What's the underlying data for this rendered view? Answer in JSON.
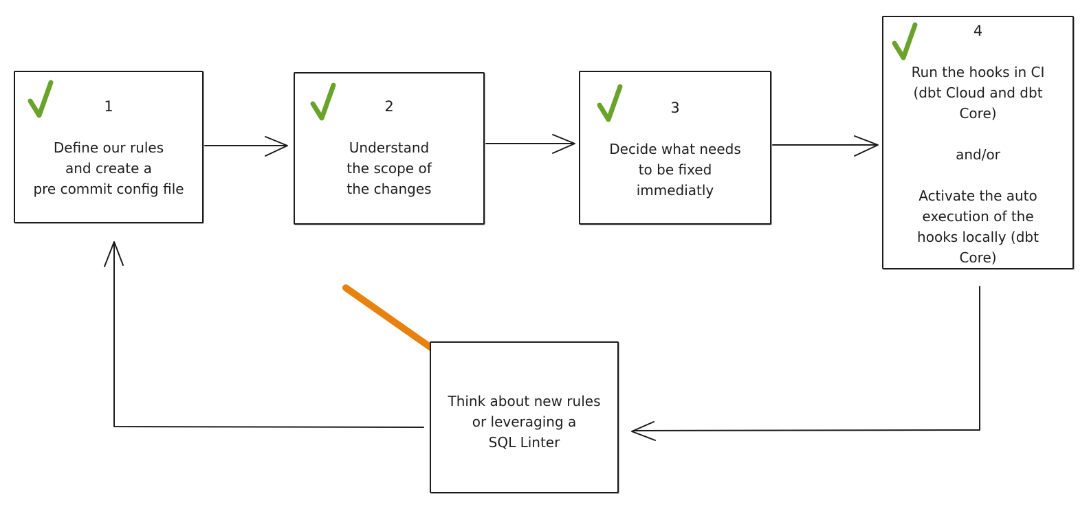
{
  "diagram": {
    "background_color": "#ffffff",
    "line_color": "#1b1b1b",
    "check_color": "#6aa32a",
    "highlight_arrow_color": "#e8820e"
  },
  "steps": [
    {
      "number": "1",
      "checked": true,
      "text": "Define our rules\nand create a\npre commit config file"
    },
    {
      "number": "2",
      "checked": true,
      "text": "Understand\nthe scope of\nthe changes"
    },
    {
      "number": "3",
      "checked": true,
      "text": "Decide what needs\nto be fixed\nimmediatly"
    },
    {
      "number": "4",
      "checked": true,
      "text": "Run the hooks in CI\n(dbt Cloud and dbt\nCore)\n\nand/or\n\nActivate the auto\nexecution of the\nhooks locally (dbt\nCore)"
    }
  ],
  "loop_box": {
    "text": "Think about new rules\nor leveraging a\nSQL Linter"
  },
  "icons": {
    "check": "check-icon",
    "flow_arrow": "flow-arrow",
    "highlight_arrow": "highlight-arrow-icon"
  }
}
